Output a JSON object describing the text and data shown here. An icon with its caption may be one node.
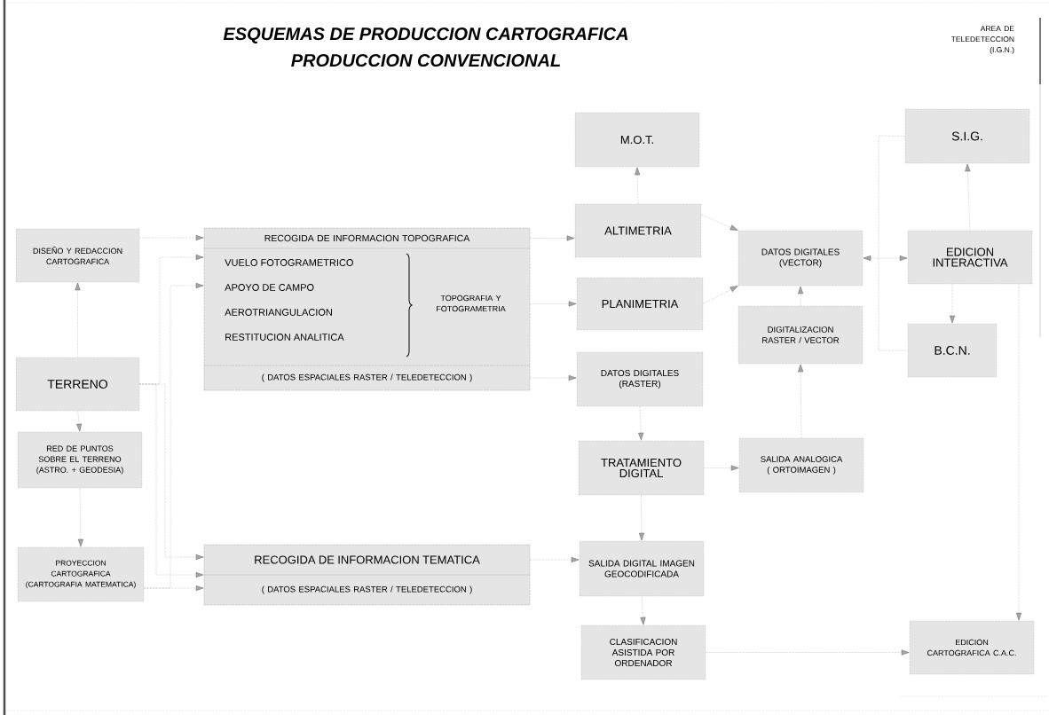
{
  "diagram": {
    "title": "ESQUEMAS DE PRODUCCION CARTOGRAFICA",
    "nodes": [
      {
        "text": [
          "DISEÑO Y REDACCION CARTOGRAFICA"
        ]
      },
      {
        "text": [
          "TERRENO"
        ]
      },
      {
        "text": [
          "RED DE PUNTOS SOBRE EL TERRENO (ASTRO. + GEODESIA)"
        ]
      },
      {
        "text": [
          "PROYECCION CARTOGRAFICA (CARTOGRAFIA MATEMATICA)"
        ]
      },
      {
        "text": [],
        "shape": "box"
      },
      {
        "text": [
          "RECOGIDA DE INFORMACION TOPOGRAFICA"
        ],
        "in": 4
      },
      {
        "text": [
          "VUELO FOTOGRAMETRICO",
          "APOYO DE CAMPO",
          "AEROTRIANGULACION",
          "RESTITUCION ANALITICA",
          "TOPOGRAFIA Y FOTOGRAMETRIA"
        ],
        "in": 4
      },
      {
        "text": [
          "( DATOS ESPACIALES RASTER / TELEDETECCION )"
        ],
        "in": 4
      },
      {
        "text": [],
        "shape": "box"
      },
      {
        "text": [
          "RECOGIDA DE INFORMACION TEMATICA"
        ],
        "in": 8
      },
      {
        "text": [
          "( DATOS ESPACIALES RASTER / TELEDETECCION )"
        ],
        "in": 8
      },
      {
        "text": [
          "M.O.T."
        ]
      },
      {
        "text": [
          "ALTIMETRIA"
        ]
      },
      {
        "text": [
          "PLANIMETRIA"
        ]
      },
      {
        "text": [
          "DATOS DIGITALES (RASTER)"
        ]
      },
      {
        "text": [
          "TRATAMIENTO DIGITAL"
        ]
      },
      {
        "text": [
          "SALIDA DIGITAL IMAGEN GEOCODIFICADA"
        ]
      },
      {
        "text": [
          "CLASIFICACION ASISTIDA POR ORDENADOR"
        ]
      },
      {
        "text": [
          "DATOS DIGITALES (VECTOR)"
        ]
      },
      {
        "text": [
          "DIGITALIZACION RASTER / VECTOR"
        ]
      },
      {
        "text": [
          "SALIDA ANALOGICA ( ORTOIMAGEN )"
        ]
      },
      {
        "text": [
          "S.I.G."
        ]
      },
      {
        "text": [
          "EDICION INTERACTIVA"
        ]
      },
      {
        "text": [
          "B.C.N."
        ]
      },
      {
        "text": [
          "EDICION CARTOGRAFICA C.A.C."
        ]
      }
    ],
    "edges": [
      {
        "from": 1,
        "to": 0,
        "arrow": "to"
      },
      {
        "from": 1,
        "to": 2,
        "arrow": "to"
      },
      {
        "from": 2,
        "to": 3,
        "arrow": "to"
      },
      {
        "from": 0,
        "to": 5,
        "arrow": "to"
      },
      {
        "from": 1,
        "to": 6,
        "arrow": "to"
      },
      {
        "from": 3,
        "to": 6,
        "arrow": "to"
      },
      {
        "from": 1,
        "to": 9,
        "arrow": "to"
      },
      {
        "from": 1,
        "to": 8,
        "arrow": "to"
      },
      {
        "from": 3,
        "to": 10,
        "arrow": "to"
      },
      {
        "from": 5,
        "to": 12,
        "arrow": "to"
      },
      {
        "from": 6,
        "to": 13,
        "arrow": "to"
      },
      {
        "from": 7,
        "to": 14,
        "arrow": "to"
      },
      {
        "from": 12,
        "to": 11,
        "arrow": "to"
      },
      {
        "from": 12,
        "to": 18,
        "arrow": "to"
      },
      {
        "from": 13,
        "to": 18,
        "arrow": "to"
      },
      {
        "from": 14,
        "to": 15,
        "arrow": "to"
      },
      {
        "from": 15,
        "to": 20,
        "arrow": "to"
      },
      {
        "from": 15,
        "to": 16,
        "arrow": "to"
      },
      {
        "from": 9,
        "to": 16,
        "arrow": "to"
      },
      {
        "from": 16,
        "to": 17,
        "arrow": "to"
      },
      {
        "from": 17,
        "to": 24,
        "arrow": "to"
      },
      {
        "from": 20,
        "to": 19,
        "arrow": "to"
      },
      {
        "from": 19,
        "to": 18,
        "arrow": "to"
      },
      {
        "from": 18,
        "to": 22,
        "arrow": "both"
      },
      {
        "from": 22,
        "to": 21,
        "arrow": "to"
      },
      {
        "from": 22,
        "to": 23,
        "arrow": "to"
      },
      {
        "from": 21,
        "to": 23,
        "arrow": "none"
      },
      {
        "from": 22,
        "to": 24,
        "arrow": "to"
      }
    ],
    "labels": [
      "PRODUCCION CONVENCIONAL",
      "AREA DE TELEDETECCION (I.G.N.)"
    ]
  }
}
